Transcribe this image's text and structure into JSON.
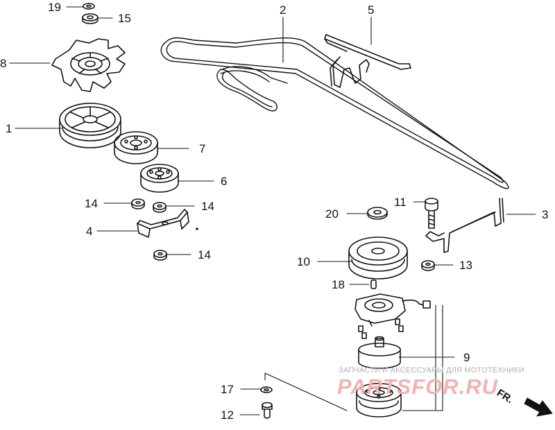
{
  "diagram": {
    "callouts": [
      {
        "id": "c19",
        "number": "19"
      },
      {
        "id": "c15",
        "number": "15"
      },
      {
        "id": "c8",
        "number": "8"
      },
      {
        "id": "c1",
        "number": "1"
      },
      {
        "id": "c7",
        "number": "7"
      },
      {
        "id": "c6",
        "number": "6"
      },
      {
        "id": "c14a",
        "number": "14"
      },
      {
        "id": "c14b",
        "number": "14"
      },
      {
        "id": "c4",
        "number": "4"
      },
      {
        "id": "c14c",
        "number": "14"
      },
      {
        "id": "c2",
        "number": "2"
      },
      {
        "id": "c5",
        "number": "5"
      },
      {
        "id": "c20",
        "number": "20"
      },
      {
        "id": "c11",
        "number": "11"
      },
      {
        "id": "c3",
        "number": "3"
      },
      {
        "id": "c10",
        "number": "10"
      },
      {
        "id": "c13",
        "number": "13"
      },
      {
        "id": "c18",
        "number": "18"
      },
      {
        "id": "c9",
        "number": "9"
      },
      {
        "id": "c17",
        "number": "17"
      },
      {
        "id": "c12",
        "number": "12"
      }
    ],
    "direction_marker": "FR.",
    "watermark_tagline": "ЗАПЧАСТИ И АКСЕССУАРЫ ДЛЯ МОТОТЕХНИКИ",
    "watermark_logo": "PARTSFOR.RU"
  }
}
